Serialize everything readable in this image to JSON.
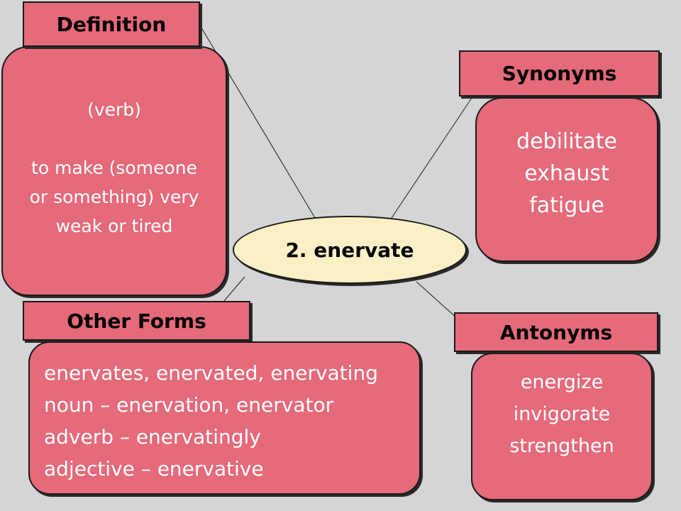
{
  "center": {
    "word": "2. enervate"
  },
  "definition": {
    "header": "Definition",
    "part_of_speech": "(verb)",
    "lines": [
      "to make (someone",
      "or something) very",
      "weak or tired"
    ]
  },
  "synonyms": {
    "header": "Synonyms",
    "items": [
      "debilitate",
      "exhaust",
      "fatigue"
    ]
  },
  "antonyms": {
    "header": "Antonyms",
    "items": [
      "energize",
      "invigorate",
      "strengthen"
    ]
  },
  "other_forms": {
    "header": "Other Forms",
    "lines": [
      "enervates, enervated, enervating",
      "noun – enervation, enervator",
      "adverb – enervatingly",
      "adjective – enervative"
    ]
  },
  "colors": {
    "background": "#d5d5d7",
    "box_fill": "#e56a7a",
    "center_fill": "#fcefc6",
    "box_text": "#ffffff",
    "header_text": "#000000"
  }
}
